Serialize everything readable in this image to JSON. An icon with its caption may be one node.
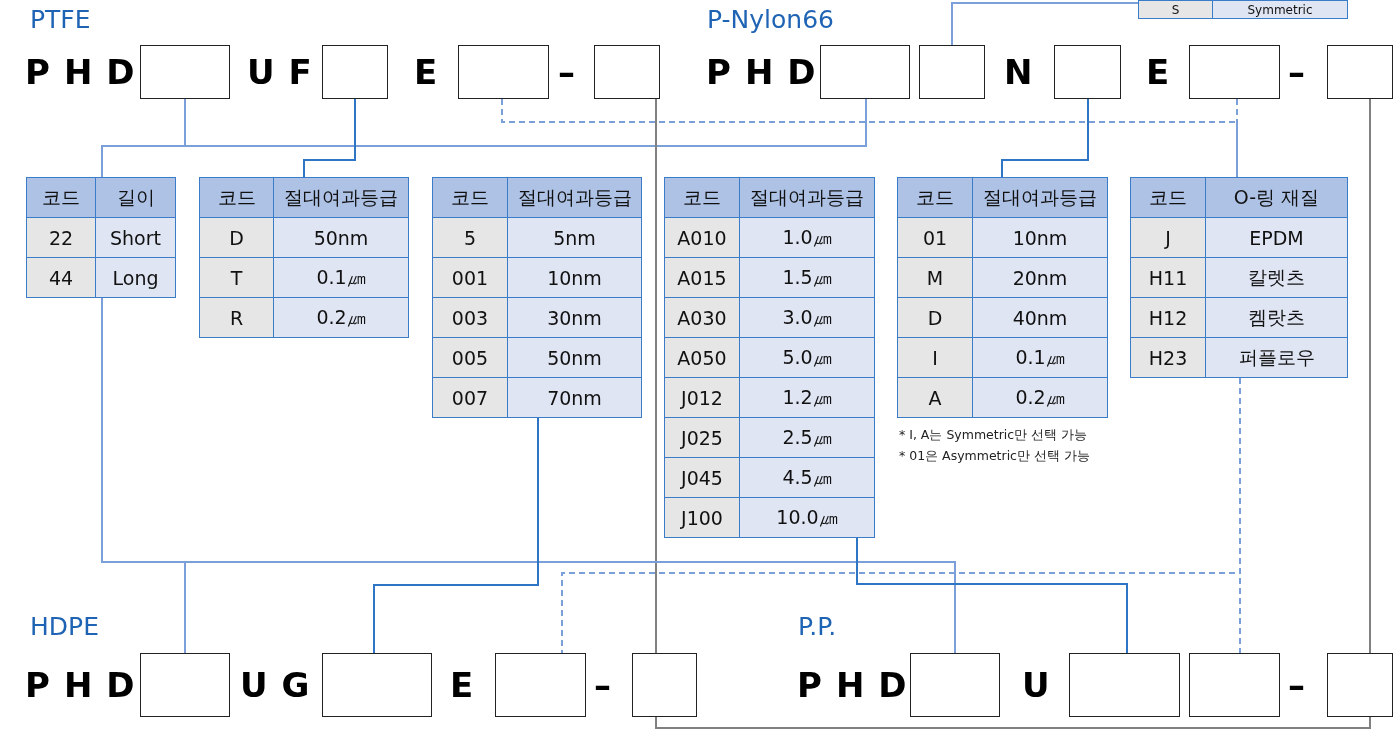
{
  "diagram": {
    "nodes": [
      {
        "text": [
          "S",
          "Symmetric"
        ]
      },
      {
        "text": [],
        "shape": "box"
      },
      {
        "text": [],
        "shape": "box"
      },
      {
        "text": [],
        "shape": "box"
      },
      {
        "text": [],
        "shape": "box"
      },
      {
        "text": [],
        "shape": "box"
      },
      {
        "text": [],
        "shape": "box"
      },
      {
        "text": [],
        "shape": "box"
      },
      {
        "text": [],
        "shape": "box"
      },
      {
        "text": [],
        "shape": "box"
      },
      {
        "text": [
          "코드",
          "길이",
          "22",
          "Short",
          "44",
          "Long"
        ]
      },
      {
        "text": [
          "코드",
          "절대여과등급",
          "D",
          "50nm",
          "T",
          "0.1㎛",
          "R",
          "0.2㎛"
        ]
      },
      {
        "text": [
          "코드",
          "절대여과등급",
          "5",
          "5nm",
          "001",
          "10nm",
          "003",
          "30nm",
          "005",
          "50nm",
          "007",
          "70nm"
        ]
      },
      {
        "text": [
          "코드",
          "절대여과등급",
          "A010",
          "1.0㎛",
          "A015",
          "1.5㎛",
          "A030",
          "3.0㎛",
          "A050",
          "5.0㎛",
          "J012",
          "1.2㎛",
          "J025",
          "2.5㎛",
          "J045",
          "4.5㎛",
          "J100",
          "10.0㎛"
        ]
      },
      {
        "text": [
          "코드",
          "절대여과등급",
          "01",
          "10nm",
          "M",
          "20nm",
          "D",
          "40nm",
          "I",
          "0.1㎛",
          "A",
          "0.2㎛"
        ],
        "beside": [
          "* I, A는 Symmetric만 선택 가능",
          "* 01은 Asymmetric만 선택 가능"
        ]
      },
      {
        "text": [
          "코드",
          "O-링 재질",
          "J",
          "EPDM",
          "H11",
          "칼렛츠",
          "H12",
          "켐랏츠",
          "H23",
          "퍼플로우"
        ]
      },
      {
        "text": [],
        "shape": "box"
      },
      {
        "text": [],
        "shape": "box"
      },
      {
        "text": [],
        "shape": "box"
      },
      {
        "text": [],
        "shape": "box"
      },
      {
        "text": [],
        "shape": "box"
      },
      {
        "text": [],
        "shape": "box"
      },
      {
        "text": [],
        "shape": "box"
      },
      {
        "text": [],
        "shape": "box"
      }
    ],
    "edges": [
      {
        "from": 1,
        "to": 10,
        "arrow": "none"
      },
      {
        "from": 5,
        "to": 10,
        "arrow": "none"
      },
      {
        "from": 2,
        "to": 11,
        "arrow": "none",
        "color": "#2e75c6"
      },
      {
        "from": 3,
        "to": 15,
        "arrow": "none",
        "style": "dashed"
      },
      {
        "from": 6,
        "to": 0,
        "arrow": "none"
      },
      {
        "from": 7,
        "to": 14,
        "arrow": "none",
        "color": "#2e75c6"
      },
      {
        "from": 8,
        "to": 15,
        "arrow": "none",
        "style": "dashed"
      },
      {
        "from": 4,
        "to": 19,
        "arrow": "none",
        "color": "#808080"
      },
      {
        "from": 19,
        "to": 23,
        "arrow": "none",
        "color": "#808080"
      },
      {
        "from": 23,
        "to": 9,
        "arrow": "none",
        "color": "#808080"
      },
      {
        "from": 10,
        "to": 16,
        "arrow": "none"
      },
      {
        "from": 10,
        "to": 20,
        "arrow": "none"
      },
      {
        "from": 12,
        "to": 17,
        "arrow": "none",
        "color": "#2e75c6"
      },
      {
        "from": 13,
        "to": 21,
        "arrow": "none",
        "color": "#2e75c6"
      },
      {
        "from": 15,
        "to": 18,
        "arrow": "none",
        "style": "dashed"
      },
      {
        "from": 15,
        "to": 22,
        "arrow": "none",
        "style": "dashed"
      }
    ],
    "labels": [
      "PTFE",
      "P-Nylon66",
      "PHD",
      "UF",
      "E",
      "–",
      "PHD",
      "N",
      "E",
      "–",
      "HDPE",
      "P.P.",
      "PHD",
      "UG",
      "E",
      "–",
      "PHD",
      "U",
      "–"
    ]
  }
}
